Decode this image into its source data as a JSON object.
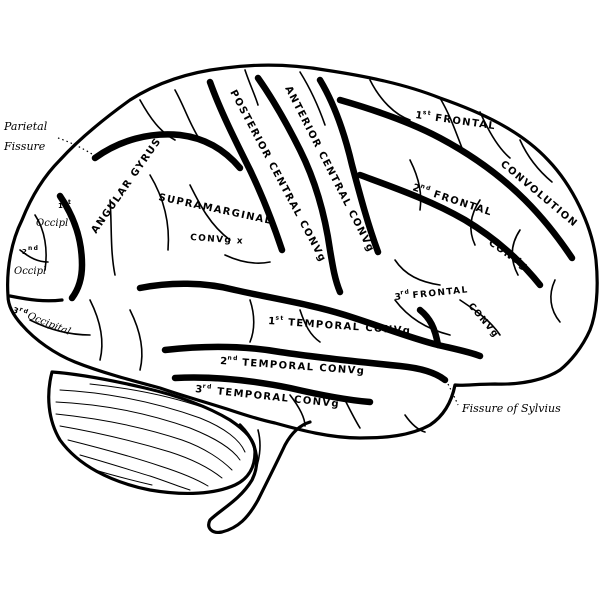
{
  "labels": {
    "parietal_fissure_line1": "Parietal",
    "parietal_fissure_line2": "Fissure",
    "anterior_central": "ANTERIOR CENTRAL CONVg",
    "posterior_central": "POSTERIOR CENTRAL CONVg",
    "frontal_1_num": "1",
    "frontal_1_sup": "st",
    "frontal_1_text": "FRONTAL",
    "frontal_convolution": "CONVOLUTION",
    "frontal_2_num": "2",
    "frontal_2_sup": "nd",
    "frontal_2_text": "FRONTAL",
    "frontal_2_conv": "CONVg",
    "frontal_3_num": "3",
    "frontal_3_sup": "rd",
    "frontal_3_text": "FRONTAL",
    "frontal_3_conv": "CONVg",
    "angular_gyrus": "ANGULAR GYRUS",
    "supramarginal": "SUPRAMARGINAL",
    "supramarginal_conv": "CONVg x",
    "occipital_1_num": "1",
    "occipital_1_sup": "st",
    "occipital_1_text": "Occipl",
    "occipital_2_num": "2",
    "occipital_2_sup": "nd",
    "occipital_2_text": "Occipl",
    "occipital_3_num": "3",
    "occipital_3_sup": "rd",
    "occipital_3_text": "Occipital",
    "temporal_1_num": "1",
    "temporal_1_sup": "st",
    "temporal_1_text": "TEMPORAL CONVg",
    "temporal_2_num": "2",
    "temporal_2_sup": "nd",
    "temporal_2_text": "TEMPORAL CONVg",
    "temporal_3_num": "3",
    "temporal_3_sup": "rd",
    "temporal_3_text": "TEMPORAL CONVg",
    "fissure_of_sylvius": "Fissure of Sylvius"
  },
  "colors": {
    "ink": "#000000",
    "paper": "#ffffff"
  }
}
